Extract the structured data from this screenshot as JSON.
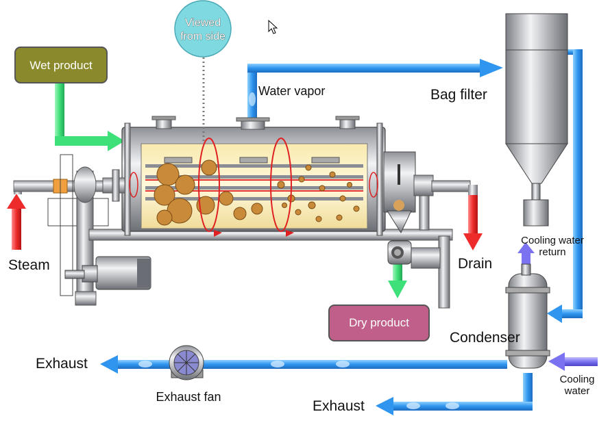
{
  "labels": {
    "wet_product": "Wet product",
    "dry_product": "Dry product",
    "viewed_line1": "Viewed",
    "viewed_line2": "from side",
    "water_vapor": "Water vapor",
    "bag_filter": "Bag filter",
    "steam": "Steam",
    "drain": "Drain",
    "cooling_return_line1": "Cooling water",
    "cooling_return_line2": "return",
    "condenser": "Condenser",
    "cooling_water_line1": "Cooling",
    "cooling_water_line2": "water",
    "exhaust_top": "Exhaust",
    "exhaust_bottom": "Exhaust",
    "exhaust_fan": "Exhaust fan"
  },
  "colors": {
    "wet_box": "#8a8a2c",
    "dry_box": "#c0608a",
    "vapor_pipe": "#3aa0f0",
    "feed_pipe": "#3ee07a",
    "steam_arrow": "#ee2b2b",
    "cooling_arrow": "#7a72f0",
    "bubble": "#7fd9e0",
    "metal": "#b9bcc2",
    "product": "#c98a3a"
  }
}
